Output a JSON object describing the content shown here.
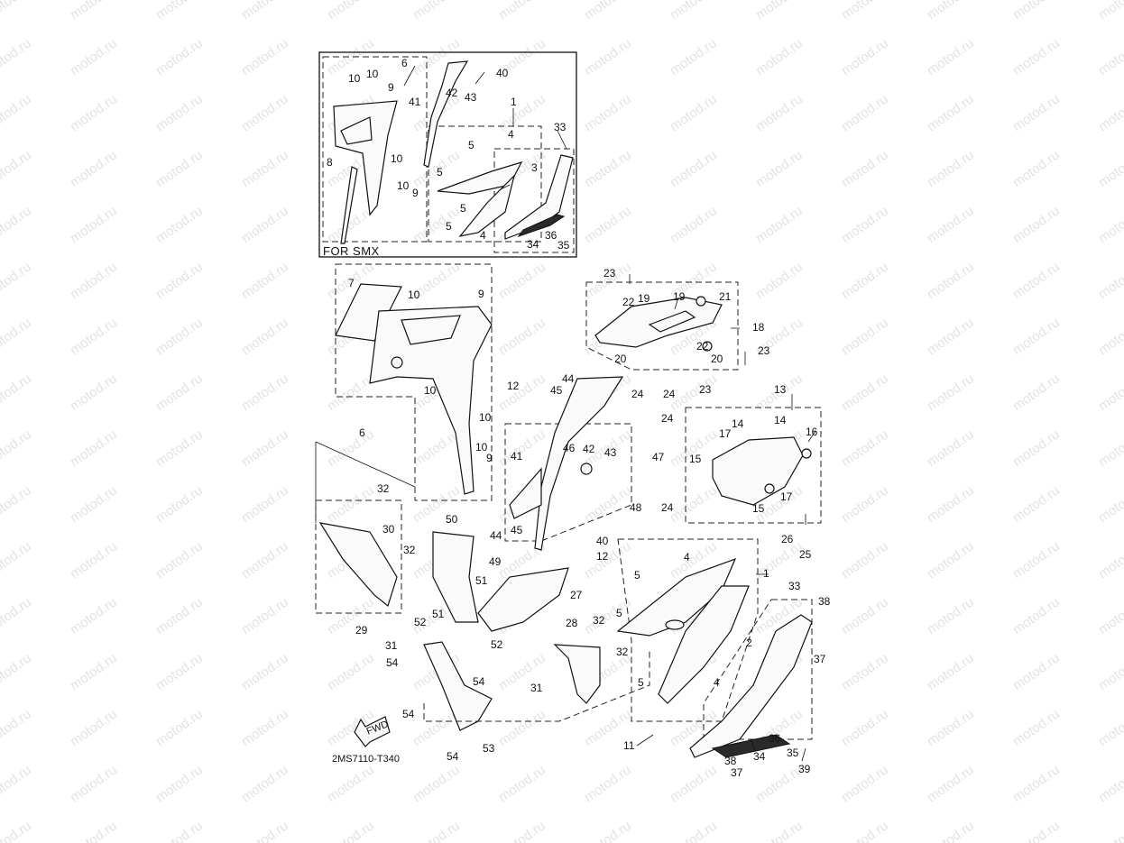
{
  "watermark": "motod.ru",
  "inset_label": "FOR SMX",
  "diagram_code": "2MS7110-T340",
  "fwd_label": "FWD",
  "callouts": {
    "c1a": "1",
    "c3a": "3",
    "c4a": "4",
    "c4b": "4",
    "c5a": "5",
    "c5b": "5",
    "c5c": "5",
    "c5d": "5",
    "c6a": "6",
    "c8a": "8",
    "c9a": "9",
    "c9b": "9",
    "c10a": "10",
    "c10b": "10",
    "c10c": "10",
    "c10d": "10",
    "c33a": "33",
    "c34a": "34",
    "c35a": "35",
    "c36a": "36",
    "c40a": "40",
    "c41a": "41",
    "c42a": "42",
    "c43a": "43",
    "c7": "7",
    "c10e": "10",
    "c9c": "9",
    "c6b": "6",
    "c10f": "10",
    "c10g": "10",
    "c10h": "10",
    "c9d": "9",
    "c12a": "12",
    "c23a": "23",
    "c22a": "22",
    "c19a": "19",
    "c19b": "19",
    "c21": "21",
    "c18": "18",
    "c22b": "22",
    "c20a": "20",
    "c20b": "20",
    "c23b": "23",
    "c24a": "24",
    "c24b": "24",
    "c44a": "44",
    "c45a": "45",
    "c23c": "23",
    "c13": "13",
    "c24c": "24",
    "c14a": "14",
    "c14b": "14",
    "c17a": "17",
    "c16": "16",
    "c15a": "15",
    "c15b": "15",
    "c17b": "17",
    "c46": "46",
    "c42b": "42",
    "c43b": "43",
    "c41b": "41",
    "c47": "47",
    "c48": "48",
    "c24d": "24",
    "c26": "26",
    "c25": "25",
    "c32a": "32",
    "c30": "30",
    "c32b": "32",
    "c50": "50",
    "c44b": "44",
    "c45b": "45",
    "c40b": "40",
    "c49": "49",
    "c12b": "12",
    "c5e": "5",
    "c4c": "4",
    "c1b": "1",
    "c51a": "51",
    "c51b": "51",
    "c52a": "52",
    "c29": "29",
    "c31a": "31",
    "c54a": "54",
    "c52b": "52",
    "c27": "27",
    "c28": "28",
    "c32c": "32",
    "c32d": "32",
    "c5f": "5",
    "c2": "2",
    "c33b": "33",
    "c38a": "38",
    "c37a": "37",
    "c5g": "5",
    "c4d": "4",
    "c54b": "54",
    "c31b": "31",
    "c54c": "54",
    "c53": "53",
    "c54d": "54",
    "c11": "11",
    "c36b": "36",
    "c35b": "35",
    "c34b": "34",
    "c38b": "38",
    "c37b": "37",
    "c39": "39"
  }
}
